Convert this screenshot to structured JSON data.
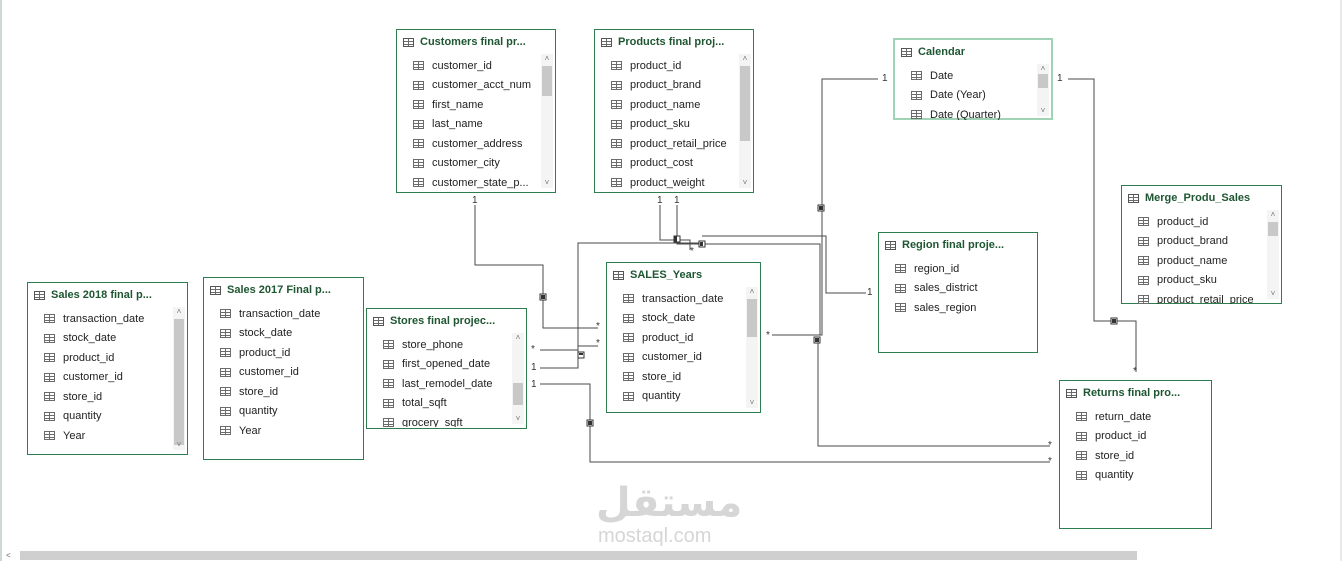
{
  "tables": [
    {
      "id": "customers",
      "title": "Customers final pr...",
      "fields": [
        "customer_id",
        "customer_acct_num",
        "first_name",
        "last_name",
        "customer_address",
        "customer_city",
        "customer_state_p..."
      ]
    },
    {
      "id": "products",
      "title": "Products final proj...",
      "fields": [
        "product_id",
        "product_brand",
        "product_name",
        "product_sku",
        "product_retail_price",
        "product_cost",
        "product_weight"
      ]
    },
    {
      "id": "calendar",
      "title": "Calendar",
      "fields": [
        "Date",
        "Date (Year)",
        "Date (Quarter)"
      ]
    },
    {
      "id": "merge",
      "title": "Merge_Produ_Sales",
      "fields": [
        "product_id",
        "product_brand",
        "product_name",
        "product_sku",
        "product_retail_price"
      ]
    },
    {
      "id": "region",
      "title": "Region final proje...",
      "fields": [
        "region_id",
        "sales_district",
        "sales_region"
      ]
    },
    {
      "id": "sales_years",
      "title": "SALES_Years",
      "fields": [
        "transaction_date",
        "stock_date",
        "product_id",
        "customer_id",
        "store_id",
        "quantity"
      ]
    },
    {
      "id": "stores",
      "title": "Stores final projec...",
      "fields": [
        "store_phone",
        "first_opened_date",
        "last_remodel_date",
        "total_sqft",
        "grocery_sqft"
      ]
    },
    {
      "id": "sales2017",
      "title": "Sales 2017 Final p...",
      "fields": [
        "transaction_date",
        "stock_date",
        "product_id",
        "customer_id",
        "store_id",
        "quantity",
        "Year"
      ]
    },
    {
      "id": "sales2018",
      "title": "Sales 2018 final p...",
      "fields": [
        "transaction_date",
        "stock_date",
        "product_id",
        "customer_id",
        "store_id",
        "quantity",
        "Year"
      ]
    },
    {
      "id": "returns",
      "title": "Returns final pro...",
      "fields": [
        "return_date",
        "product_id",
        "store_id",
        "quantity"
      ]
    }
  ],
  "cardinality": {
    "one": "1",
    "many": "*"
  },
  "watermark": {
    "logo": "مستقل",
    "text": "mostaql.com"
  }
}
